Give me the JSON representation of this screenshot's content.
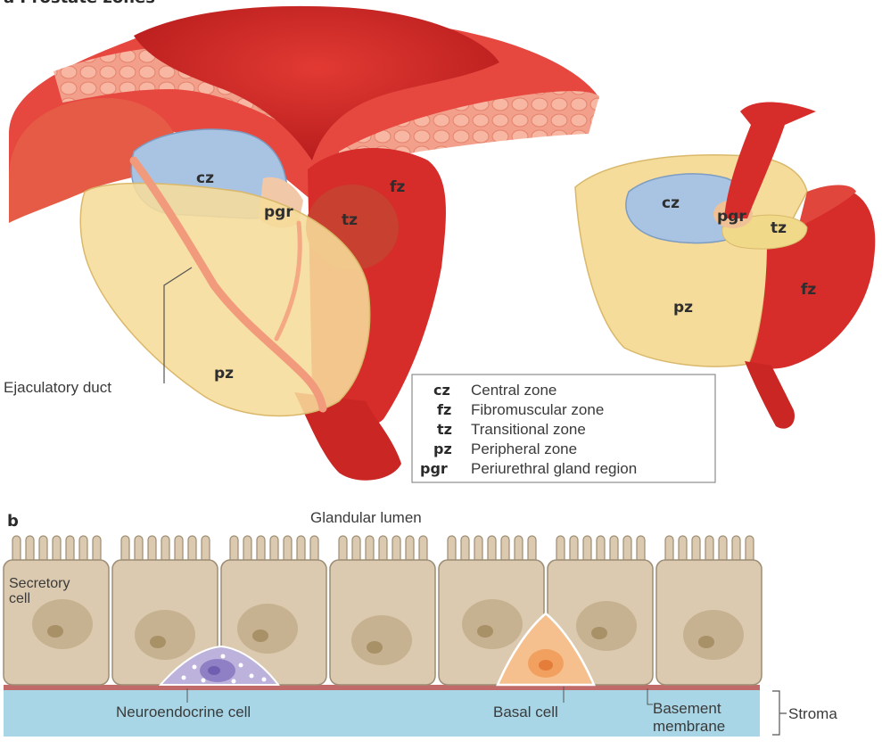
{
  "panel_a": {
    "heading": "a Prostate zones",
    "left_zones": {
      "cz": "cz",
      "pgr": "pgr",
      "tz": "tz",
      "fz": "fz",
      "pz": "pz"
    },
    "right_zones": {
      "cz": "cz",
      "pgr": "pgr",
      "tz": "tz",
      "fz": "fz",
      "pz": "pz"
    },
    "callout": "Ejaculatory duct",
    "legend": [
      {
        "abbr": "cz",
        "name": "Central zone"
      },
      {
        "abbr": "fz",
        "name": "Fibromuscular zone"
      },
      {
        "abbr": "tz",
        "name": "Transitional zone"
      },
      {
        "abbr": "pz",
        "name": "Peripheral zone"
      },
      {
        "abbr": "pgr",
        "name": "Periurethral gland region"
      }
    ]
  },
  "panel_b": {
    "letter": "b",
    "lumen": "Glandular lumen",
    "secretory_1": "Secretory",
    "secretory_2": "cell",
    "neuroendocrine": "Neuroendocrine cell",
    "basal": "Basal cell",
    "basement_1": "Basement",
    "basement_2": "membrane",
    "stroma": "Stroma"
  },
  "colors": {
    "red": "#d6322e",
    "dark_red": "#b3201f",
    "blue": "#a9c4e3",
    "yellow": "#f6dc9a",
    "tan": "#dbcab0",
    "basal": "#f5c08e",
    "neuro": "#bcb2dc",
    "stroma": "#a8d6e6"
  }
}
